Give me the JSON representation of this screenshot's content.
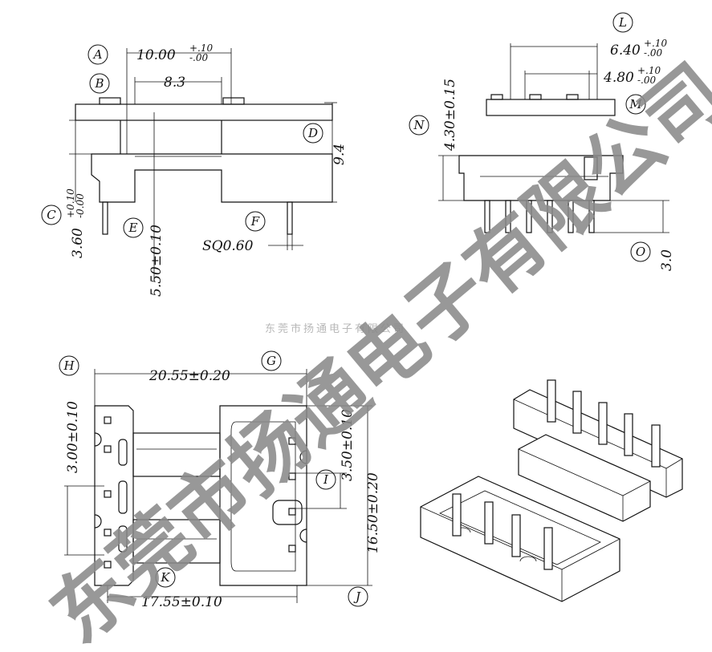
{
  "callouts": {
    "A": "A",
    "B": "B",
    "C": "C",
    "D": "D",
    "E": "E",
    "F": "F",
    "G": "G",
    "H": "H",
    "I": "I",
    "J": "J",
    "K": "K",
    "L": "L",
    "M": "M",
    "N": "N",
    "O": "O"
  },
  "dimensions": {
    "a_width": "10.00",
    "a_tol_plus": "+.10",
    "a_tol_minus": "-.00",
    "inner_width": "8.3",
    "height_total": "9.4",
    "c_height": "3.60",
    "c_tol_plus": "+0.10",
    "c_tol_minus": "-0.00",
    "e_height": "5.50±0.10",
    "pin_square": "SQ0.60",
    "l_width": "6.40",
    "l_tol_plus": "+.10",
    "l_tol_minus": "-.00",
    "m_width": "4.80",
    "m_tol_plus": "+.10",
    "m_tol_minus": "-.00",
    "n_height": "4.30±0.15",
    "o_height": "3.0",
    "g_length": "20.55±0.20",
    "h_pitch": "3.00±0.10",
    "i_pitch": "3.50±0.10",
    "j_height": "16.50±0.20",
    "k_length": "17.55±0.10"
  },
  "watermark": {
    "small": "东莞市扬通电子有限公司",
    "large": "东莞市扬通电子有限公司"
  }
}
